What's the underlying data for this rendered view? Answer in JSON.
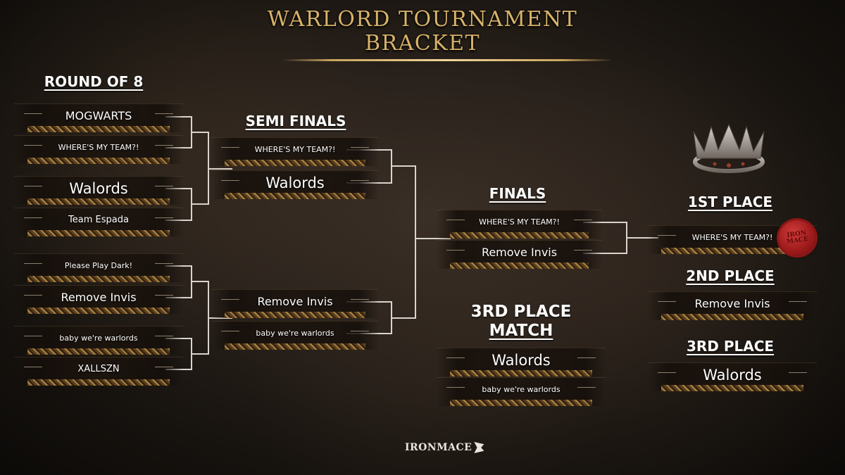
{
  "title": {
    "line1": "WARLORD TOURNAMENT",
    "line2": "BRACKET"
  },
  "rounds": {
    "round_of_8": {
      "heading": "ROUND OF 8",
      "teams": [
        "MOGWARTS",
        "WHERE'S MY TEAM?!",
        "Walords",
        "Team Espada",
        "Please Play Dark!",
        "Remove Invis",
        "baby we're warlords",
        "XALLSZN"
      ]
    },
    "semi_finals": {
      "heading": "SEMI FINALS",
      "teams": [
        "WHERE'S MY TEAM?!",
        "Walords",
        "Remove Invis",
        "baby we're warlords"
      ]
    },
    "finals": {
      "heading": "FINALS",
      "teams": [
        "WHERE'S MY TEAM?!",
        "Remove Invis"
      ]
    },
    "third_place_match": {
      "heading_line1": "3RD PLACE",
      "heading_line2": "MATCH",
      "teams": [
        "Walords",
        "baby we're warlords"
      ]
    }
  },
  "placements": {
    "first": {
      "label": "1ST PLACE",
      "team": "WHERE'S MY TEAM?!"
    },
    "second": {
      "label": "2ND PLACE",
      "team": "Remove Invis"
    },
    "third": {
      "label": "3RD PLACE",
      "team": "Walords"
    }
  },
  "seal_text": "IRON MACE",
  "logo_text": "IRONMACE",
  "icons": [
    "crown-icon",
    "wax-seal-icon",
    "ironmace-logo-icon"
  ],
  "colors": {
    "title_gold": "#d8b36a",
    "bracket_line": "#d9d4cc",
    "seal_red": "#a11c1c"
  }
}
